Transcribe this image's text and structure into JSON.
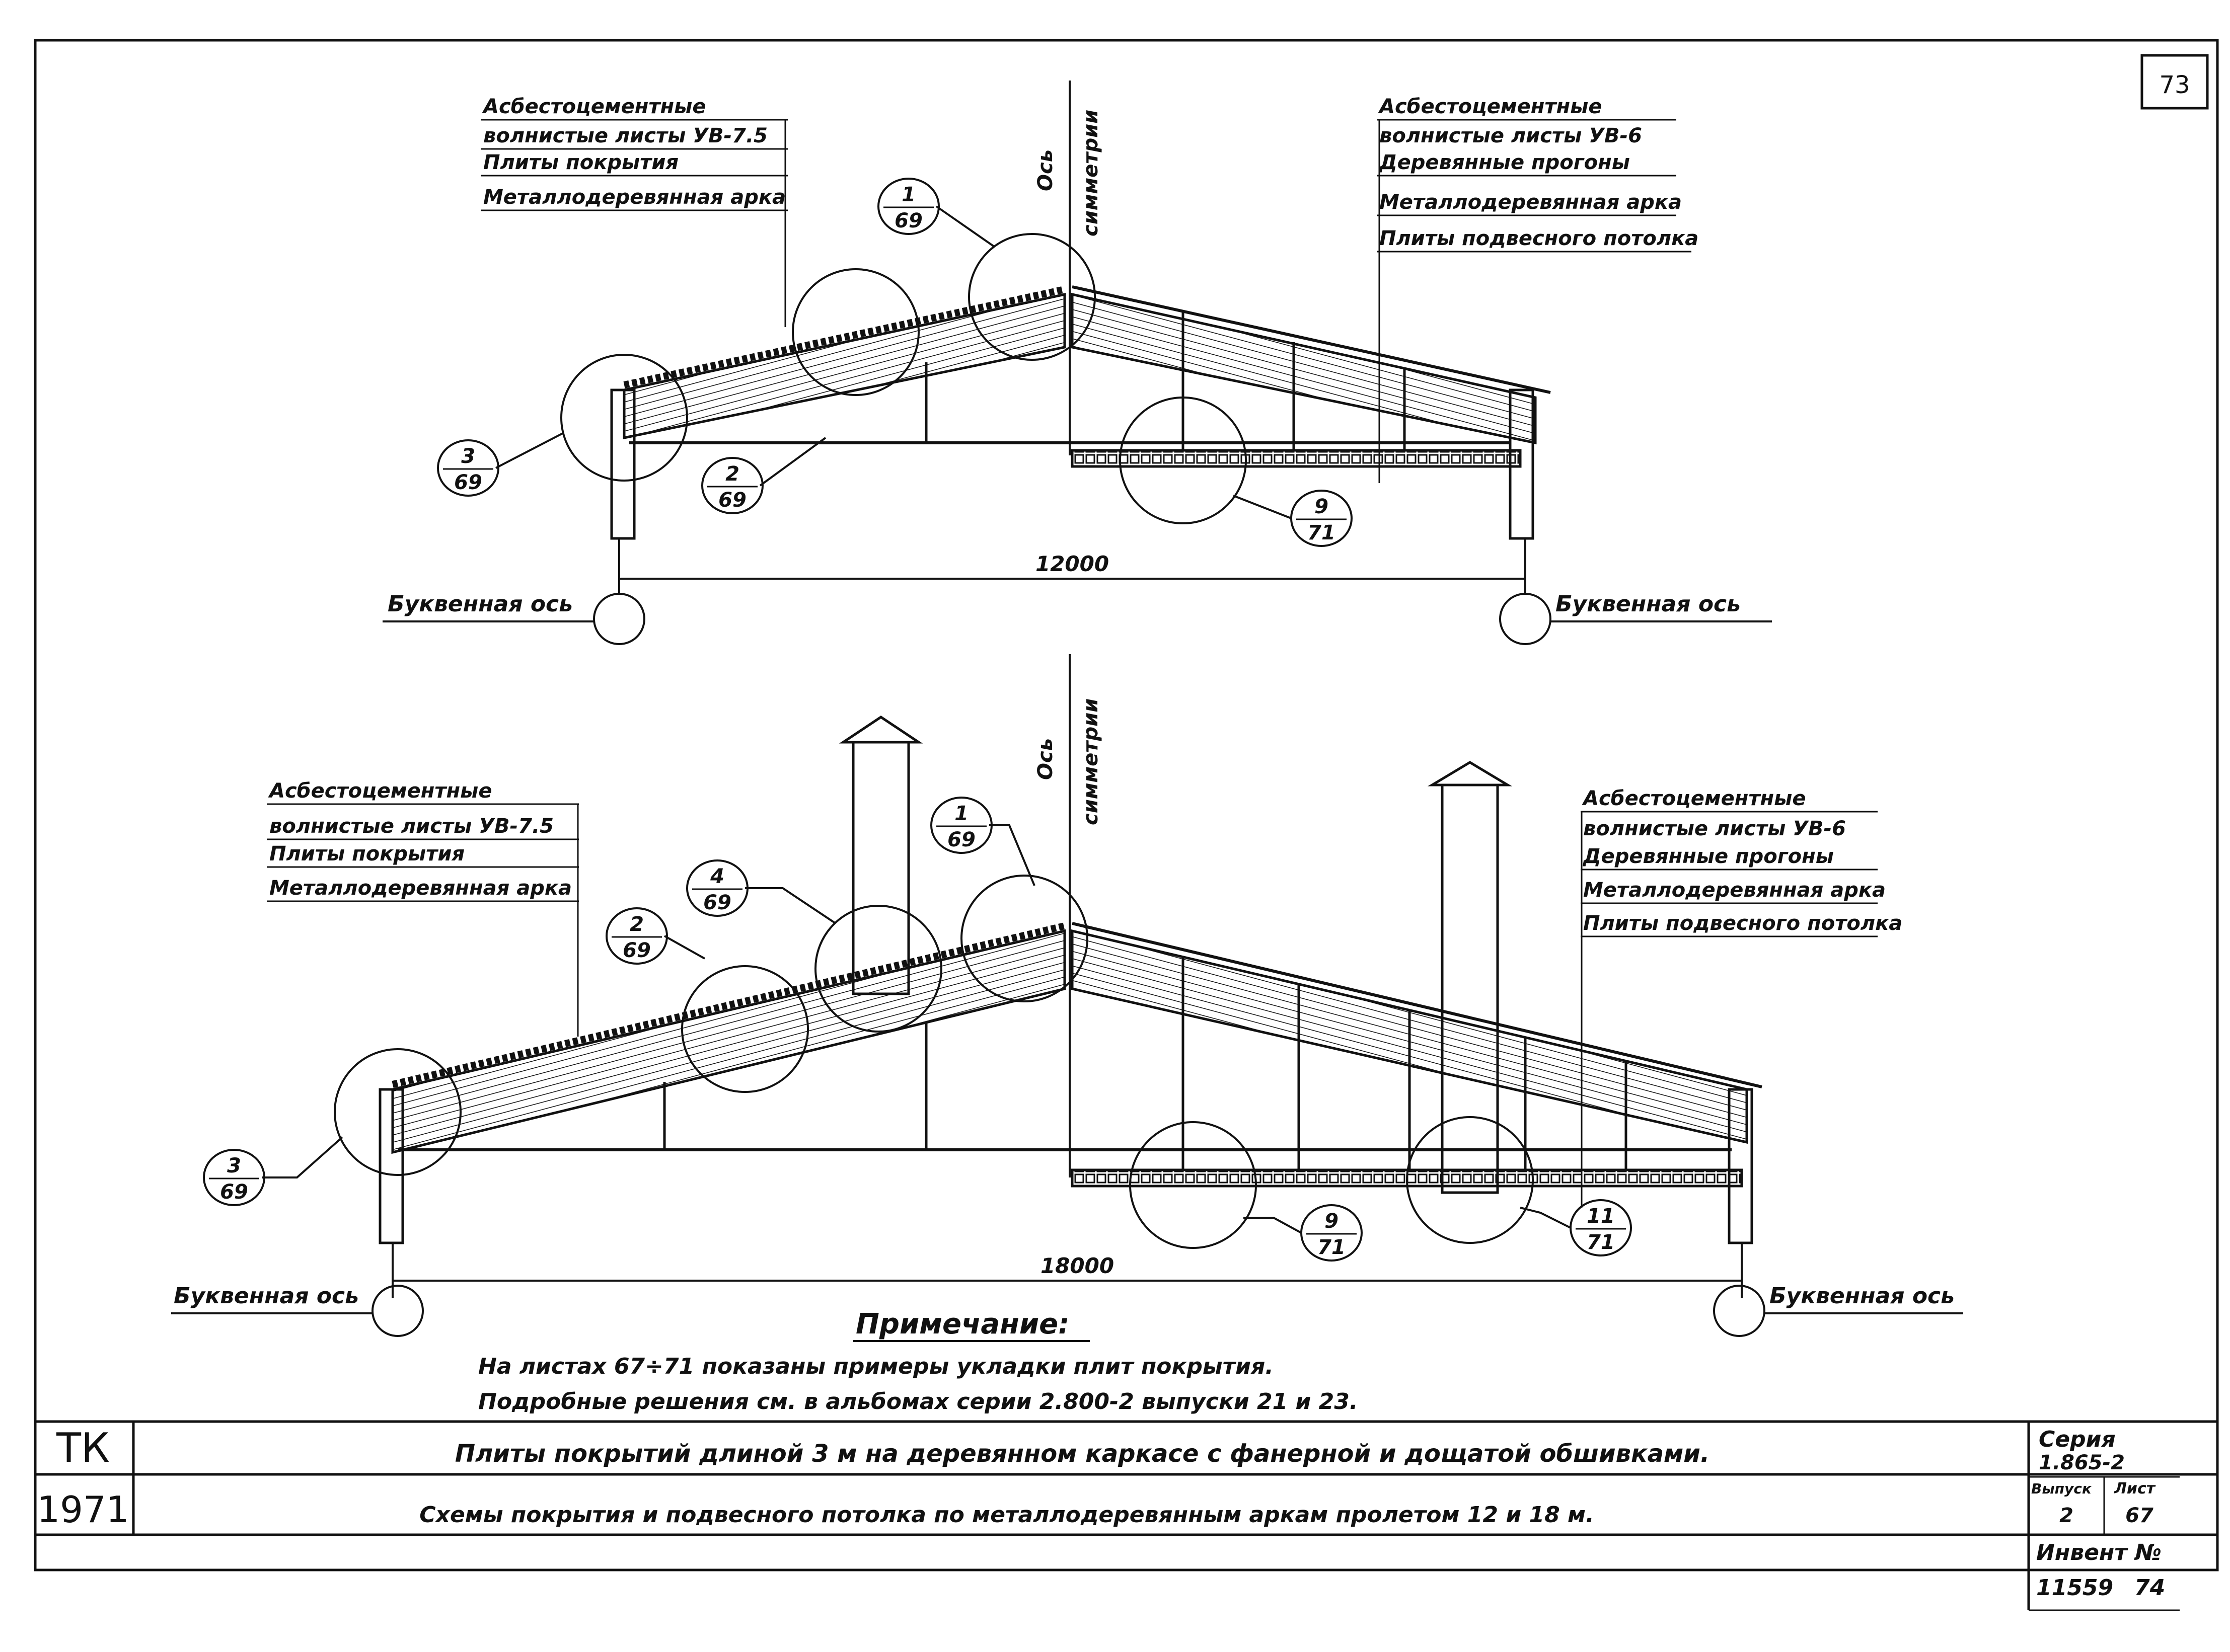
{
  "sheet_number": "73",
  "top_drawing": {
    "left_labels": [
      "Асбестоцементные",
      "волнистые листы УВ-7.5",
      "Плиты покрытия",
      "Металлодеревянная арка"
    ],
    "right_labels": [
      "Асбестоцементные",
      "волнистые листы УВ-6",
      "Деревянные прогоны",
      "Металлодеревянная арка",
      "Плиты подвесного потолка"
    ],
    "axis_label": [
      "Ось",
      "симметрии"
    ],
    "callouts": [
      {
        "num": "1",
        "den": "69"
      },
      {
        "num": "2",
        "den": "69"
      },
      {
        "num": "3",
        "den": "69"
      },
      {
        "num": "9",
        "den": "71"
      }
    ],
    "span": "12000",
    "letter_axis_left": "Буквенная ось",
    "letter_axis_right": "Буквенная ось"
  },
  "bottom_drawing": {
    "left_labels": [
      "Асбестоцементные",
      "волнистые листы УВ-7.5",
      "Плиты покрытия",
      "Металлодеревянная арка"
    ],
    "right_labels": [
      "Асбестоцементные",
      "волнистые листы УВ-6",
      "Деревянные прогоны",
      "Металлодеревянная арка",
      "Плиты подвесного потолка"
    ],
    "axis_label": [
      "Ось",
      "симметрии"
    ],
    "callouts": [
      {
        "num": "1",
        "den": "69"
      },
      {
        "num": "4",
        "den": "69"
      },
      {
        "num": "2",
        "den": "69"
      },
      {
        "num": "3",
        "den": "69"
      },
      {
        "num": "9",
        "den": "71"
      },
      {
        "num": "11",
        "den": "71"
      }
    ],
    "span": "18000",
    "letter_axis_left": "Буквенная ось",
    "letter_axis_right": "Буквенная ось"
  },
  "note": {
    "title": "Примечание:",
    "line1": "На листах 67÷71 показаны примеры укладки плит покрытия.",
    "line2": "Подробные решения см. в альбомах серии 2.800-2 выпуски 21 и 23."
  },
  "title_block": {
    "org": "ТК",
    "year": "1971",
    "title_line1": "Плиты покрытий длиной 3 м на деревянном каркасе с фанерной и дощатой обшивками.",
    "title_line2": "Схемы покрытия и подвесного потолка по металлодеревянным аркам пролетом 12 и 18 м.",
    "series_label": "Серия",
    "series_value": "1.865-2",
    "issue_label": "Выпуск",
    "issue_value": "2",
    "sheet_label": "Лист",
    "sheet_value": "67",
    "inv_label": "Инвент №",
    "inv_value": "11559",
    "inv_extra": "74"
  }
}
